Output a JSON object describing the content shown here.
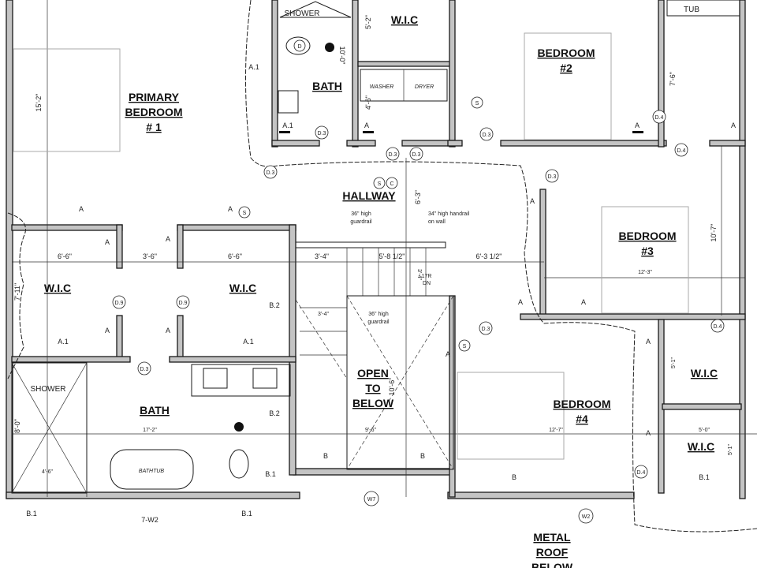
{
  "rooms": {
    "primary_bedroom": [
      "PRIMARY",
      "BEDROOM",
      "# 1"
    ],
    "top_bath": "BATH",
    "top_wic": "W.I.C",
    "washer": "WASHER",
    "dryer": "DRYER",
    "bedroom2": [
      "BEDROOM",
      "#2"
    ],
    "tub": "TUB",
    "hallway": "HALLWAY",
    "bedroom3": [
      "BEDROOM",
      "#3"
    ],
    "left_wic": "W.I.C",
    "center_wic": "W.I.C",
    "bottom_bath": "BATH",
    "shower_top": "SHOWER",
    "shower_bottom": "SHOWER",
    "bathtub": "BATHTUB",
    "open_to_below": [
      "OPEN",
      "TO",
      "BELOW"
    ],
    "bedroom4": [
      "BEDROOM",
      "#4"
    ],
    "wic_right_upper": "W.I.C",
    "wic_right_lower": "W.I.C",
    "metal_roof": [
      "METAL",
      "ROOF",
      "BELOW"
    ]
  },
  "dimensions": {
    "primary_height": "15'-2\"",
    "top_bath_height": "10'-0\"",
    "wic_height": "5'-2\"",
    "laundry_height": "4'-6\"",
    "tub_height": "7'-6\"",
    "left_wic_width": "6'-6\"",
    "corridor_width": "3'-6\"",
    "center_wic_width": "6'-6\"",
    "stair_landing": "3'-4\"",
    "stair_width": "5'-8 1/2\"",
    "hall_right": "6'-3 1/2\"",
    "hall_depth": "6'-3\"",
    "stair_step": "3'-4\"",
    "riser_count": "17R",
    "direction": "DN",
    "bedroom3_height": "10'-7\"",
    "bedroom3_width": "12'-3\"",
    "left_wic_height": "7'-11\"",
    "stair_lower": "3'-4\"",
    "open_height": "10'-6\"",
    "shower_height": "8'-0\"",
    "shower_width": "4'-6\"",
    "bath_width": "17'-2\"",
    "open_width": "9'-6\"",
    "bedroom4_width": "12'-7\"",
    "wic_upper_height": "5'-1\"",
    "wic_lower_width": "5'-0\"",
    "wic_lower_height": "5'-1\""
  },
  "notes": {
    "guardrail_top": [
      "36\" high",
      "guardrail"
    ],
    "handrail": [
      "34\" high handrail",
      "on wall"
    ],
    "guardrail_bottom": [
      "36\" high",
      "guardrail"
    ]
  },
  "tags": {
    "a": "A",
    "a1": "A.1",
    "b": "B",
    "b1": "B.1",
    "b2": "B.2",
    "d": "D",
    "d3": "D.3",
    "d4": "D.4",
    "d9": "D.9",
    "s": "S",
    "c": "C",
    "w7": "W7",
    "w2": "W2",
    "w2_grid": "7-W2"
  }
}
